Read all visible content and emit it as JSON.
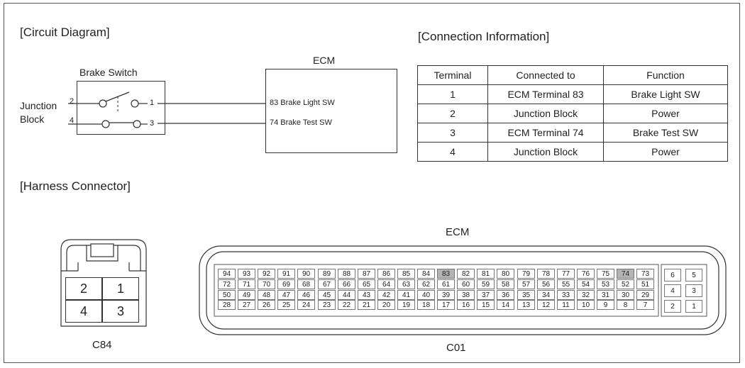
{
  "headings": {
    "circuit": "[Circuit Diagram]",
    "connection": "[Connection Information]",
    "harness": "[Harness Connector]"
  },
  "circuit": {
    "switch_title": "Brake Switch",
    "junction_line1": "Junction",
    "junction_line2": "Block",
    "pin_2": "2",
    "pin_4": "4",
    "pin_1": "1",
    "pin_3": "3",
    "ecm_title": "ECM",
    "ecm_row1": "83 Brake Light SW",
    "ecm_row2": "74 Brake Test SW"
  },
  "table": {
    "headers": [
      "Terminal",
      "Connected to",
      "Function"
    ],
    "rows": [
      [
        "1",
        "ECM Terminal 83",
        "Brake Light SW"
      ],
      [
        "2",
        "Junction Block",
        "Power"
      ],
      [
        "3",
        "ECM Terminal 74",
        "Brake Test SW"
      ],
      [
        "4",
        "Junction Block",
        "Power"
      ]
    ]
  },
  "c84": {
    "name": "C84",
    "top_row": [
      "2",
      "1"
    ],
    "bottom_row": [
      "4",
      "3"
    ]
  },
  "ecm_connector": {
    "title": "ECM",
    "name": "C01",
    "highlight_color": "#b3b3b3",
    "main_rows": [
      [
        "94",
        "93",
        "92",
        "91",
        "90",
        "89",
        "88",
        "87",
        "86",
        "85",
        "84",
        "83",
        "82",
        "81",
        "80",
        "79",
        "78",
        "77",
        "76",
        "75",
        "74"
      ],
      [
        "72",
        "71",
        "70",
        "69",
        "68",
        "67",
        "66",
        "65",
        "64",
        "63",
        "62",
        "61",
        "60",
        "59",
        "58",
        "57",
        "56",
        "55",
        "54",
        "53",
        "52"
      ],
      [
        "50",
        "49",
        "48",
        "47",
        "46",
        "45",
        "44",
        "43",
        "42",
        "41",
        "40",
        "39",
        "38",
        "37",
        "36",
        "35",
        "34",
        "33",
        "32",
        "31",
        "30"
      ],
      [
        "28",
        "27",
        "26",
        "25",
        "24",
        "23",
        "22",
        "21",
        "20",
        "19",
        "18",
        "17",
        "16",
        "15",
        "14",
        "13",
        "12",
        "11",
        "10",
        "9",
        "8"
      ]
    ],
    "side_column": [
      "73",
      "51",
      "29",
      "7"
    ],
    "small_block": [
      [
        "6",
        "5"
      ],
      [
        "4",
        "3"
      ],
      [
        "2",
        "1"
      ]
    ],
    "highlighted_pins": [
      "83",
      "74"
    ]
  }
}
